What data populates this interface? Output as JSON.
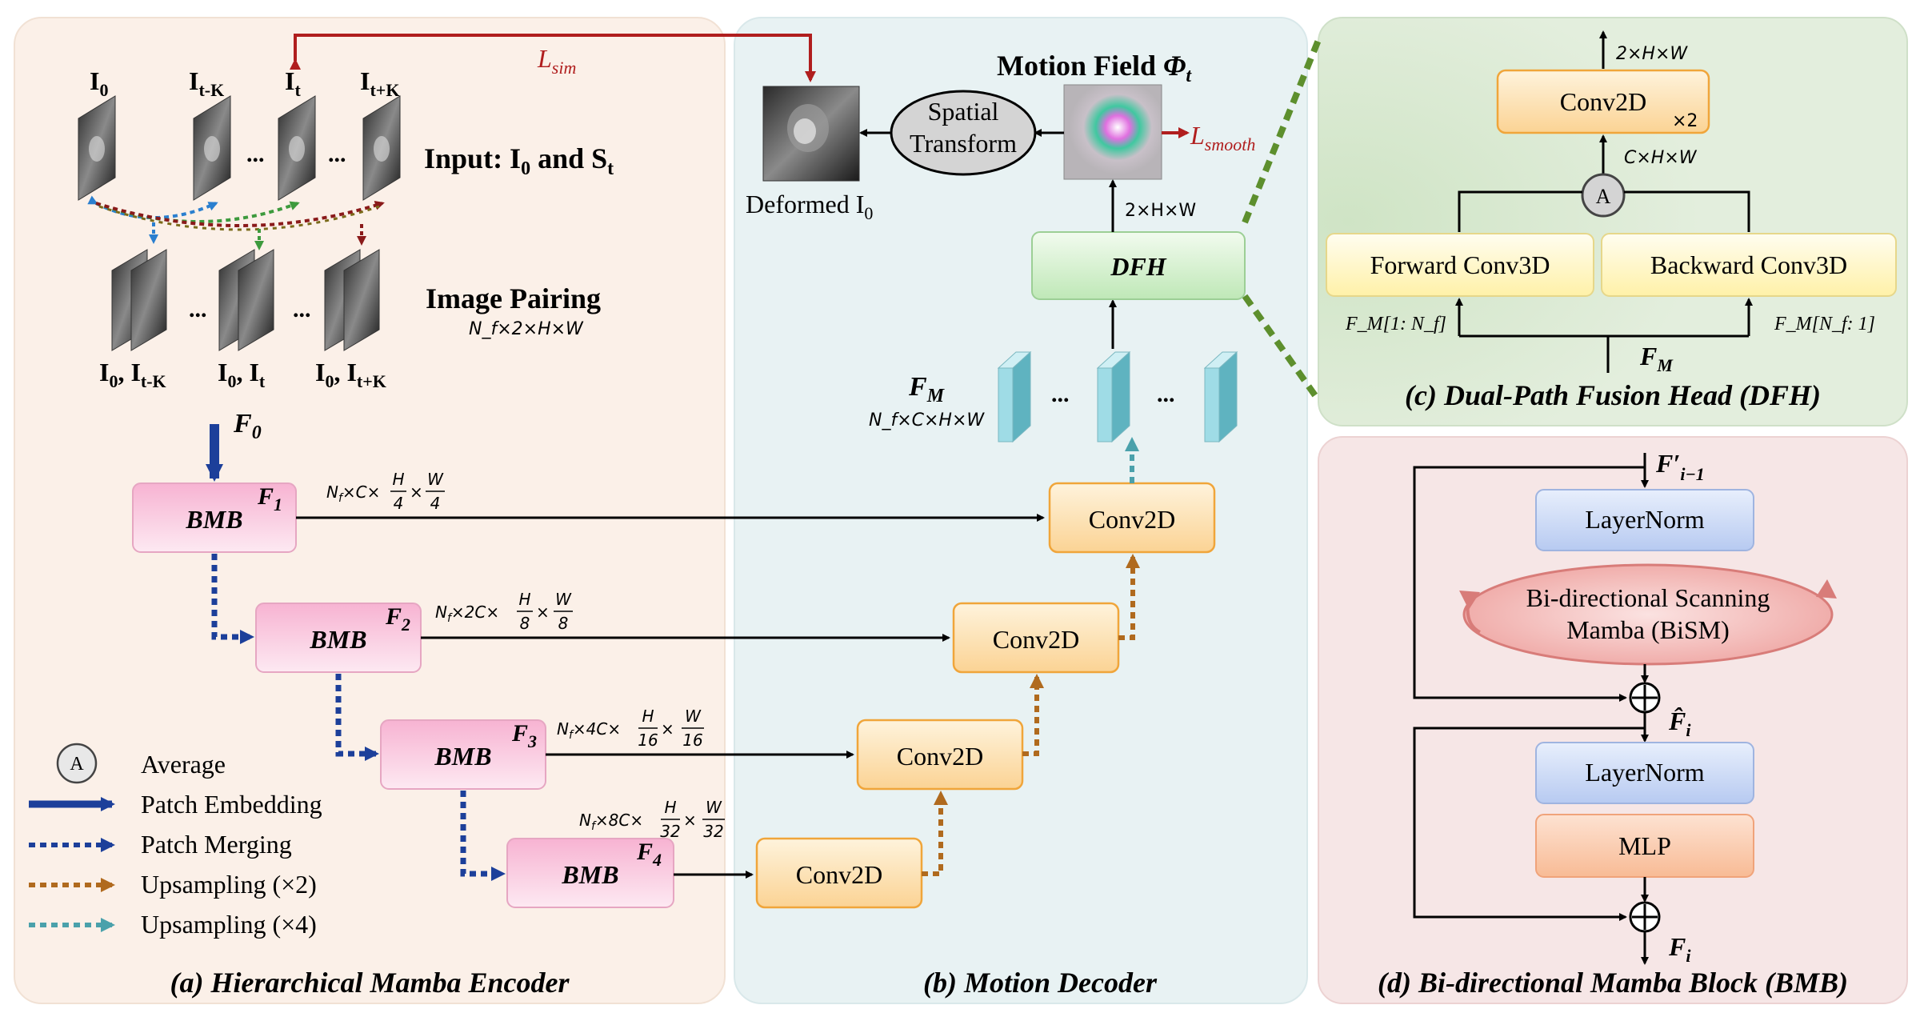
{
  "encoder": {
    "frames": {
      "i0": "I",
      "i0_sub": "0",
      "itk": "I",
      "itk_sub": "t-K",
      "it": "I",
      "it_sub": "t",
      "itpk": "I",
      "itpk_sub": "t+K"
    },
    "dots": "...",
    "lsim": "L",
    "lsim_sub": "sim",
    "input_label_pre": "Input: I",
    "input_label_sub0": "0",
    "input_label_mid": " and S",
    "input_label_subt": "t",
    "pairing_label": "Image Pairing",
    "pairing_shape": "N_f×2×H×W",
    "pairs": [
      {
        "a": "I",
        "a_sub": "0",
        "b": "I",
        "b_sub": "t-K"
      },
      {
        "a": "I",
        "a_sub": "0",
        "b": "I",
        "b_sub": "t"
      },
      {
        "a": "I",
        "a_sub": "0",
        "b": "I",
        "b_sub": "t+K"
      }
    ],
    "f0": "F",
    "f0_sub": "0",
    "bmb_label": "BMB",
    "f_labels": [
      {
        "t": "F",
        "s": "1"
      },
      {
        "t": "F",
        "s": "2"
      },
      {
        "t": "F",
        "s": "3"
      },
      {
        "t": "F",
        "s": "4"
      }
    ],
    "shapes": [
      {
        "pre": "N",
        "pre_sub": "f",
        "mid": "×C×",
        "num1": "H",
        "den1": "4",
        "x": "×",
        "num2": "W",
        "den2": "4"
      },
      {
        "pre": "N",
        "pre_sub": "f",
        "mid": "×2C×",
        "num1": "H",
        "den1": "8",
        "x": "×",
        "num2": "W",
        "den2": "8"
      },
      {
        "pre": "N",
        "pre_sub": "f",
        "mid": "×4C×",
        "num1": "H",
        "den1": "16",
        "x": "×",
        "num2": "W",
        "den2": "16"
      },
      {
        "pre": "N",
        "pre_sub": "f",
        "mid": "×8C×",
        "num1": "H",
        "den1": "32",
        "x": "×",
        "num2": "W",
        "den2": "32"
      }
    ],
    "caption": "(a) Hierarchical Mamba Encoder"
  },
  "legend": {
    "avg_symbol": "A",
    "items": [
      "Average",
      "Patch Embedding",
      "Patch Merging",
      "Upsampling (×2)",
      "Upsampling (×4)"
    ]
  },
  "decoder": {
    "conv_label": "Conv2D",
    "fm": "F",
    "fm_sub": "M",
    "fm_shape": "N_f×C×H×W",
    "dots": "...",
    "dfh_label": "DFH",
    "dfh_shape": "2×H×W",
    "motion_title": "Motion Field ",
    "phi": "Φ",
    "phi_sub": "t",
    "lsmooth": "L",
    "lsmooth_sub": "smooth",
    "spatial_transform": [
      "Spatial",
      "Transform"
    ],
    "deformed": "Deformed I",
    "deformed_sub": "0",
    "caption": "(b) Motion Decoder"
  },
  "dfh_panel": {
    "top_shape": "2×H×W",
    "conv_label": "Conv2D",
    "times2": "×2",
    "mid_shape": "C×H×W",
    "avg_symbol": "A",
    "forward": "Forward Conv3D",
    "backward": "Backward Conv3D",
    "fm_fwd": "F_M[1: N_f]",
    "fm_bwd": "F_M[N_f: 1]",
    "fm": "F",
    "fm_sub": "M",
    "caption": "(c) Dual-Path Fusion Head (DFH)"
  },
  "bmb_panel": {
    "input": "F′",
    "input_sub": "i−1",
    "layernorm": "LayerNorm",
    "bism": [
      "Bi-directional Scanning",
      "Mamba (BiSM)"
    ],
    "fhat": "F̂",
    "fhat_sub": "i",
    "mlp": "MLP",
    "output": "F",
    "output_sub": "i",
    "caption": "(d) Bi-directional Mamba Block (BMB)"
  },
  "colors": {
    "panel_a": "#fbf1ea",
    "panel_b": "#e9f3f4",
    "panel_c": "#e3eedd",
    "panel_d": "#f6e7e7",
    "bmb_fill": "#f9c6dc",
    "conv_fill": "#fde2b4",
    "conv_stroke": "#f0a53a",
    "dfh_fill": "#d7f2d2",
    "yellow_fill": "#fff6c8",
    "ln_fill": "#cfdcf6",
    "mlp_fill": "#fbd1b4",
    "bism_fill": "#f2b7b5",
    "blue": "#1c3f9a",
    "brown": "#b06a1e",
    "teal": "#4aa1ab",
    "red": "#b01e1e",
    "green_dash": "#5d8f2d"
  }
}
